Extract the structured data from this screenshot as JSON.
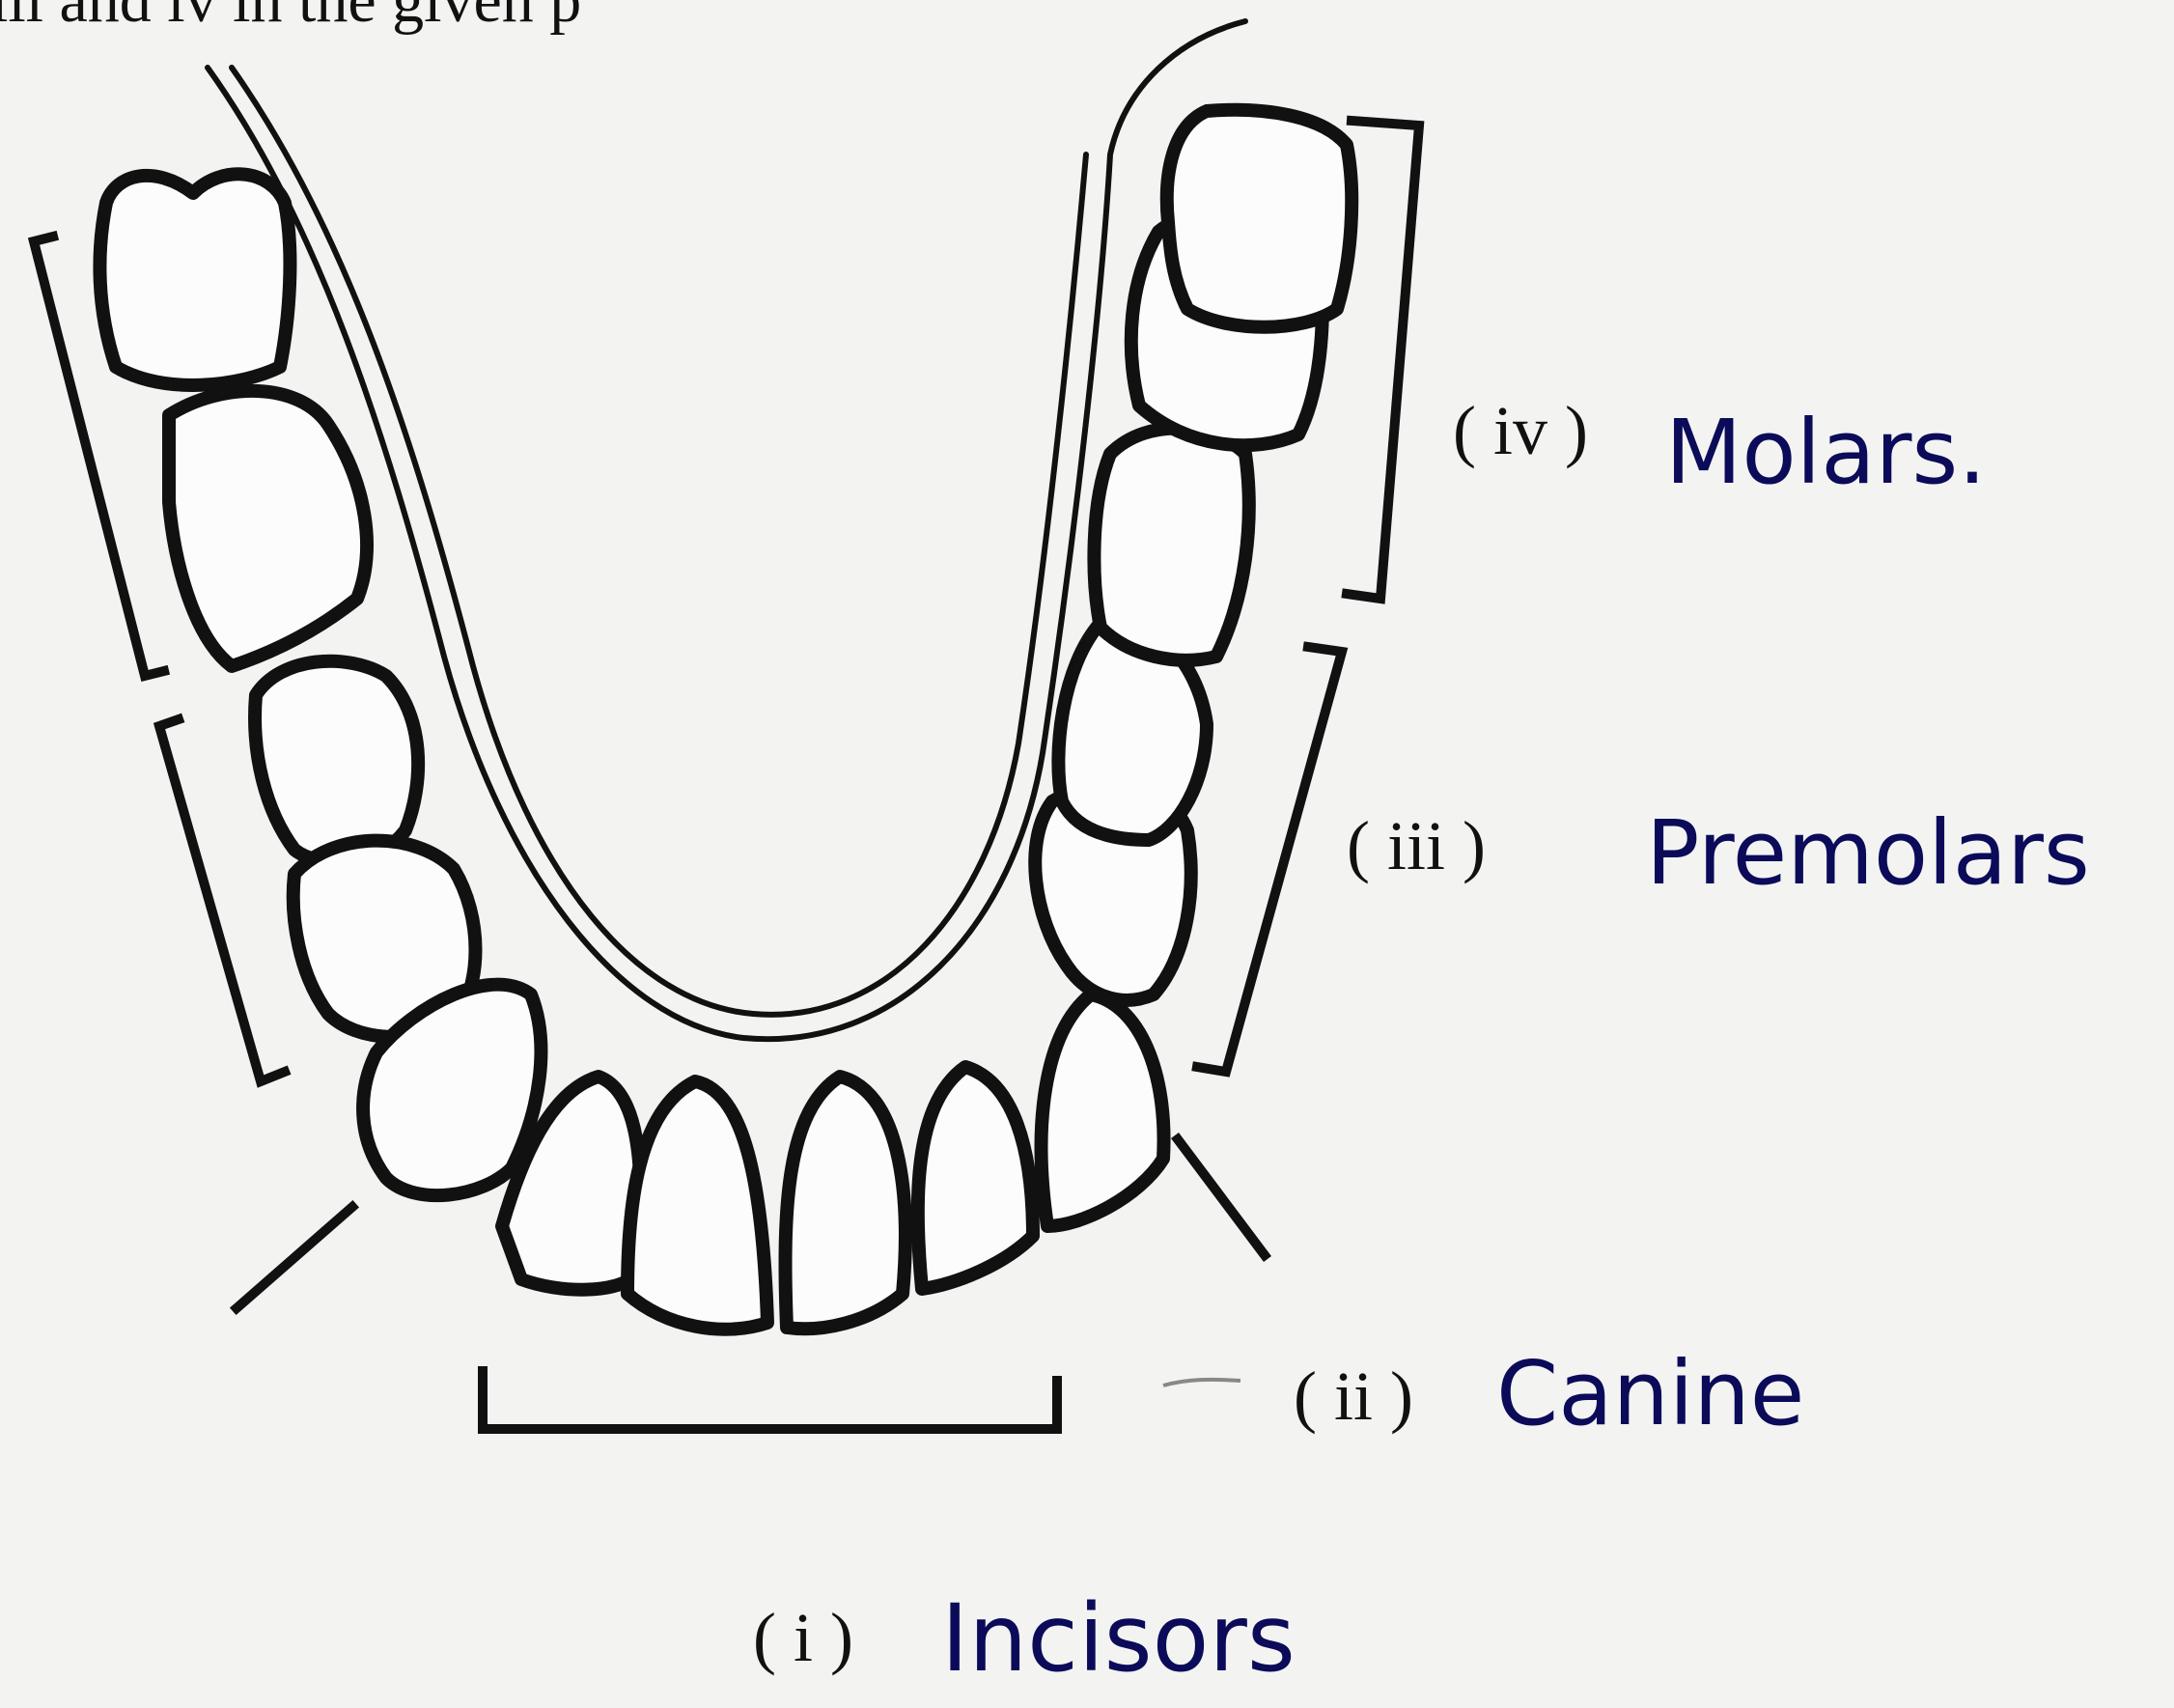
{
  "header_fragment": "iii and iv in the given p",
  "labels": {
    "iv": {
      "numeral": "( iv )",
      "answer": "Molars."
    },
    "iii": {
      "numeral": "( iii )",
      "answer": "Premolars"
    },
    "ii": {
      "numeral": "( ii )",
      "answer": "Canine"
    },
    "i": {
      "numeral": "( i )",
      "answer": "Incisors"
    }
  },
  "colors": {
    "ink": "#111111",
    "pen": "#0b0b5a",
    "paper": "#f3f3f1"
  }
}
